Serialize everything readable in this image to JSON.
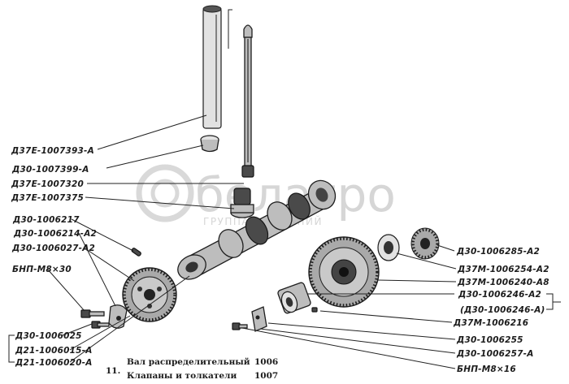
{
  "watermark": {
    "brand": "белагро",
    "subtitle": "ГРУППА КОМПАНИЙ"
  },
  "labels": {
    "left": [
      "Д37Е-1007393-А",
      "Д30-1007399-А",
      "Д37Е-1007320",
      "Д37Е-1007375",
      "Д30-1006217",
      "Д30-1006214-А2",
      "Д30-1006027-А2",
      "БНП-М8×30",
      "Д30-1006025",
      "Д21-1006015-А",
      "Д21-1006020-А"
    ],
    "right": [
      "Д30-1006285-А2",
      "Д37М-1006254-А2",
      "Д37М-1006240-А8",
      "Д30-1006246-А2",
      "(Д30-1006246-А)",
      "Д37М-1006216",
      "Д30-1006255",
      "Д30-1006257-А",
      "БНП-М8×16"
    ]
  },
  "caption": {
    "figure_number": "11.",
    "line1": "Вал распределительный",
    "code1": "1006",
    "line2": "Клапаны и толкатели",
    "code2": "1007"
  }
}
